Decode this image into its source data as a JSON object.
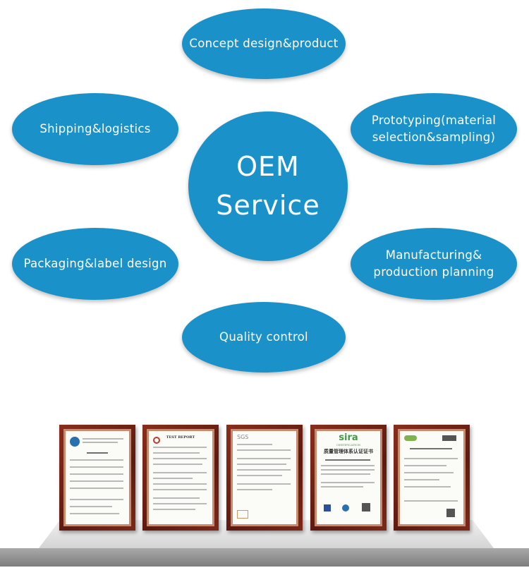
{
  "diagram": {
    "center": "OEM\nService",
    "nodes": {
      "top": "Concept design&product",
      "right_top": "Prototyping(material\nselection&sampling)",
      "right_bottom": "Manufacturing&\nproduction planning",
      "bottom": "Quality control",
      "left_bottom": "Packaging&label design",
      "left_top": "Shipping&logistics"
    }
  },
  "certificates": {
    "cert1": "",
    "cert2": "TEST REPORT",
    "cert3": "SGS",
    "cert4_brand": "sira",
    "cert4_sub": "CERTIFICATION",
    "cert4_title": "质量管理体系认证证书",
    "cert5": ""
  },
  "colors": {
    "bubble": "#1a92c9",
    "frame": "#6e2214",
    "shelf": "#d9d9d9"
  }
}
